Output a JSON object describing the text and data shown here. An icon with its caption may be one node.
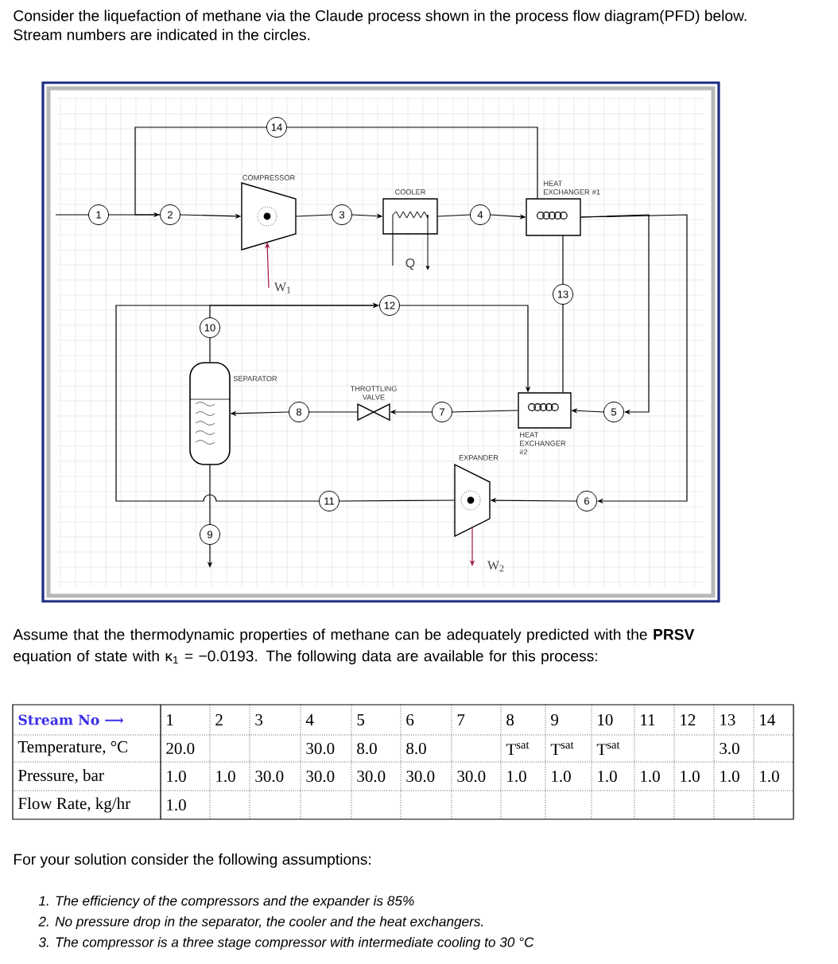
{
  "diagram": {
    "nodes": [
      {
        "text": [
          "COMPRESSOR"
        ]
      },
      {
        "text": [
          "COOLER"
        ]
      },
      {
        "text": [
          "HEAT EXCHANGER #1"
        ]
      },
      {
        "text": [
          "SEPARATOR"
        ]
      },
      {
        "text": [
          "THROTTLING VALVE"
        ]
      },
      {
        "text": [
          "HEAT EXCHANGER #2"
        ]
      },
      {
        "text": [
          "EXPANDER"
        ]
      },
      {
        "text": [
          "W$_{1}$"
        ]
      },
      {
        "text": [
          "W$_{2}$"
        ]
      },
      {
        "text": [
          "1"
        ]
      },
      {
        "text": [
          "2"
        ]
      },
      {
        "text": [
          "3"
        ]
      },
      {
        "text": [
          "4"
        ]
      },
      {
        "text": [
          "5"
        ]
      },
      {
        "text": [
          "6"
        ]
      },
      {
        "text": [
          "7"
        ]
      },
      {
        "text": [
          "8"
        ]
      },
      {
        "text": [
          "9"
        ]
      },
      {
        "text": [
          "10"
        ]
      },
      {
        "text": [
          "11"
        ]
      },
      {
        "text": [
          "12"
        ]
      },
      {
        "text": [
          "13"
        ]
      },
      {
        "text": [
          "14"
        ]
      }
    ],
    "edges": [
      {
        "from": null,
        "to": 9,
        "arrow": "none"
      },
      {
        "from": 9,
        "to": 10,
        "arrow": "none"
      },
      {
        "from": 22,
        "to": 10,
        "arrow": "to"
      },
      {
        "from": 10,
        "to": 0,
        "arrow": "to"
      },
      {
        "from": 0,
        "to": 11,
        "arrow": "none"
      },
      {
        "from": 11,
        "to": 1,
        "arrow": "to"
      },
      {
        "from": 1,
        "to": 12,
        "arrow": "none"
      },
      {
        "from": 12,
        "to": 2,
        "arrow": "to"
      },
      {
        "from": 2,
        "to": 22,
        "arrow": "none"
      },
      {
        "from": 2,
        "to": 13,
        "arrow": "to"
      },
      {
        "from": 13,
        "to": 5,
        "arrow": "to"
      },
      {
        "from": 2,
        "to": 14,
        "arrow": "to"
      },
      {
        "from": 14,
        "to": 6,
        "arrow": "to"
      },
      {
        "from": 6,
        "to": 19,
        "arrow": "none"
      },
      {
        "from": 19,
        "to": 20,
        "arrow": "to"
      },
      {
        "from": 3,
        "to": 18,
        "arrow": "none"
      },
      {
        "from": 18,
        "to": 20,
        "arrow": "to"
      },
      {
        "from": 20,
        "to": 5,
        "arrow": "to"
      },
      {
        "from": 5,
        "to": 21,
        "arrow": "none"
      },
      {
        "from": 21,
        "to": 2,
        "arrow": "none"
      },
      {
        "from": 5,
        "to": 15,
        "arrow": "none"
      },
      {
        "from": 15,
        "to": 4,
        "arrow": "to"
      },
      {
        "from": 4,
        "to": 16,
        "arrow": "none"
      },
      {
        "from": 16,
        "to": 3,
        "arrow": "to"
      },
      {
        "from": 3,
        "to": 17,
        "arrow": "none"
      },
      {
        "from": 17,
        "to": null,
        "arrow": "to"
      },
      {
        "from": 7,
        "to": 0,
        "arrow": "to",
        "color": "#a0144a"
      },
      {
        "from": 6,
        "to": 8,
        "arrow": "to",
        "color": "#a0144a"
      }
    ],
    "labels": [
      "Consider the liquefaction of methane via the Claude process shown in the process flow diagram(PFD) below. Stream numbers are indicated in the circles.",
      "Q",
      "Assume that the thermodynamic properties of methane can be adequately predicted with the **PRSV** equation of state with κ$_{1}$ = −0.0193. The following data are available for this process:",
      "Stream No ⟶",
      "1",
      "2",
      "3",
      "4",
      "5",
      "6",
      "7",
      "8",
      "9",
      "10",
      "11",
      "12",
      "13",
      "14",
      "Temperature, °C",
      "20.0",
      "30.0",
      "8.0",
      "8.0",
      "T$^{sat}$",
      "T$^{sat}$",
      "T$^{sat}$",
      "3.0",
      "Pressure, bar",
      "1.0",
      "1.0",
      "30.0",
      "30.0",
      "30.0",
      "30.0",
      "30.0",
      "1.0",
      "1.0",
      "1.0",
      "1.0",
      "1.0",
      "1.0",
      "1.0",
      "Flow Rate, kg/hr",
      "1.0",
      "For your solution consider the following assumptions:",
      "1. The efficiency of the compressors and the expander is 85%",
      "2. No pressure drop in the separator, the cooler and the heat exchangers.",
      "3. The compressor is a three stage compressor with intermediate cooling to 30 °C"
    ]
  }
}
